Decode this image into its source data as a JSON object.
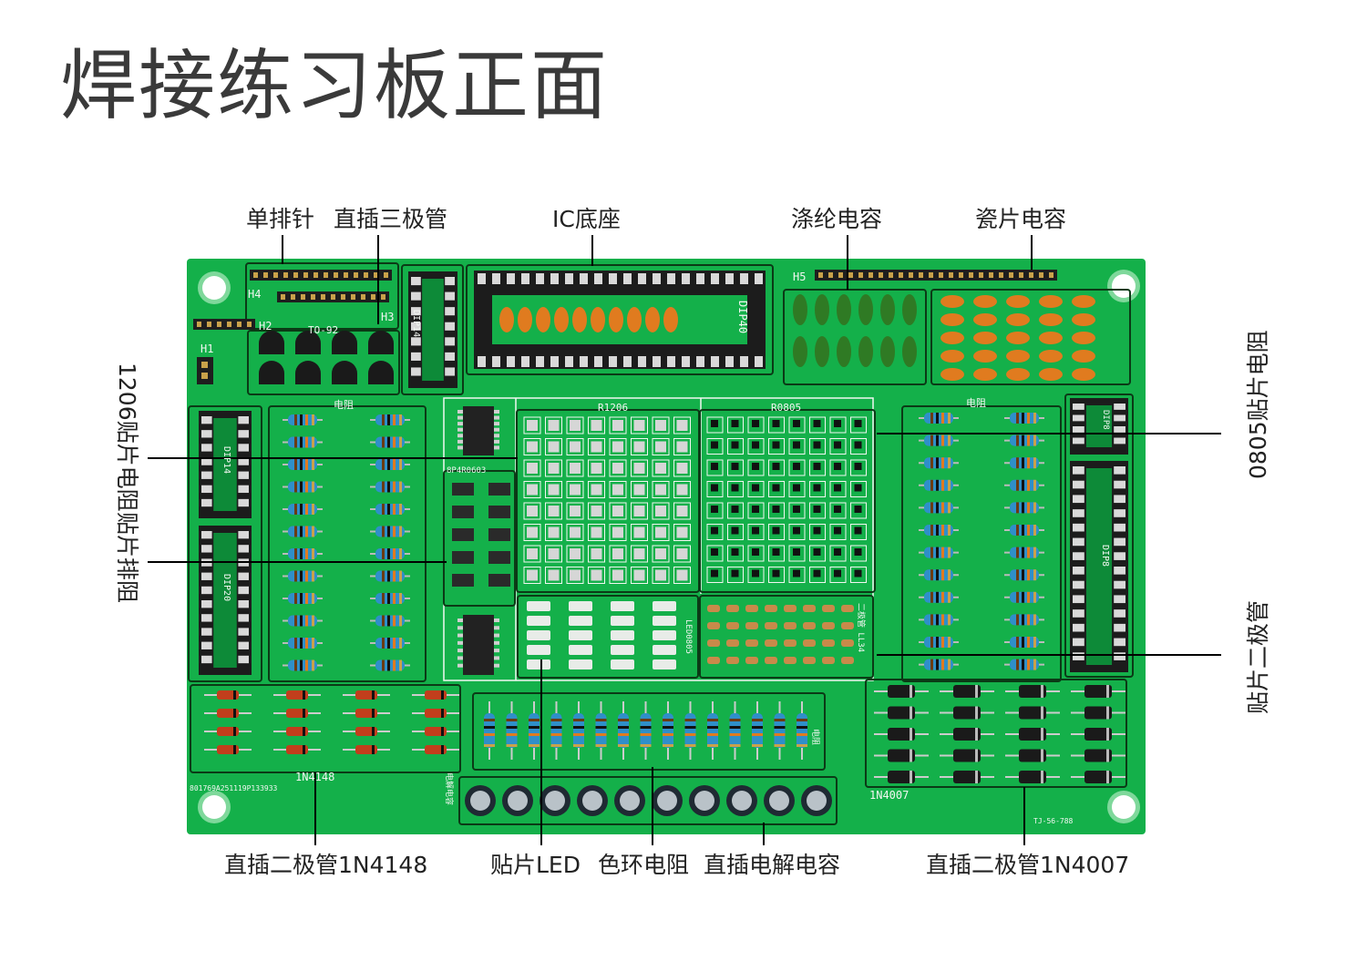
{
  "title": "焊接练习板正面",
  "colors": {
    "board": "#14b04a",
    "board_dark": "#0d8a38",
    "outline": "#0b3a16",
    "silkscreen": "#f2f7f2",
    "pad": "#d6d6d6",
    "ic_body": "#1c1c1c",
    "resistor": "#2f8fc9",
    "capacitor_orange": "#e07b1f",
    "capacitor_green": "#2f7a24",
    "label_text": "#222222",
    "title_text": "#3a3a3a"
  },
  "labels": {
    "top": [
      "单排针",
      "直插三极管",
      "IC底座",
      "涤纶电容",
      "瓷片电容"
    ],
    "bottom": [
      "直插二极管1N4148",
      "贴片LED",
      "色环电阻",
      "直插电解电容",
      "直插二极管1N4007"
    ],
    "left": [
      "1206贴片电阻",
      "贴片排阻"
    ],
    "right": [
      "0805贴片电阻",
      "贴片二极管"
    ]
  },
  "silkscreen": {
    "h4": "H4",
    "h3": "H3",
    "h2": "H2",
    "h1": "H1",
    "h5": "H5",
    "to92": "TO-92",
    "dip14_top": "DIP14",
    "dip40": "DIP40",
    "resistor_left": "电阻",
    "resistor_right": "电阻",
    "r1206": "R1206",
    "r0805": "R0805",
    "dip14_left": "DIP14",
    "dip20": "DIP20",
    "dip8": "DIP8",
    "dip8_top": "DIP8",
    "array": "8P4R0603",
    "led0805": "LED0805",
    "ll34": "二极管 LL34",
    "n4148": "1N4148",
    "n4007": "1N4007",
    "electrolytic": "电解电容",
    "resistor_mid": "电阻",
    "serial": "801769A251119P133933",
    "model": "TJ-56-788"
  }
}
